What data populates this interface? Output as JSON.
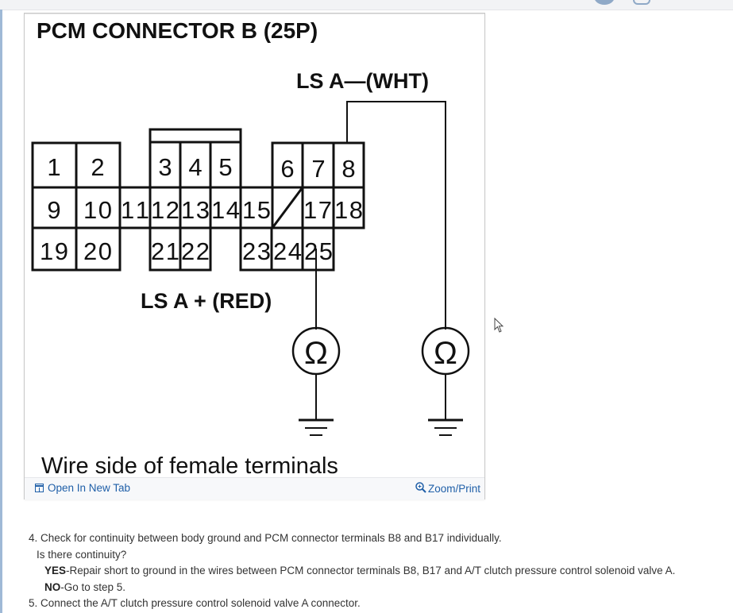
{
  "figure": {
    "title": "PCM CONNECTOR B (25P)",
    "label_top": "LS A—(WHT)",
    "label_bottom": "LS A + (RED)",
    "ohm_symbol": "Ω",
    "caption": "Wire side of female terminals",
    "terminals_row1": [
      "1",
      "2",
      "3",
      "4",
      "5",
      "6",
      "7",
      "8"
    ],
    "terminals_row2": [
      "9",
      "10",
      "11",
      "12",
      "13",
      "14",
      "15",
      "17",
      "18"
    ],
    "terminals_row3": [
      "19",
      "20",
      "21",
      "22",
      "23",
      "24",
      "25"
    ],
    "icons": [
      "ohmmeter-icon",
      "ground-icon"
    ]
  },
  "footer": {
    "open_label": "Open In New Tab",
    "open_icon": "open-tab-icon",
    "zoom_label": "Zoom/Print",
    "zoom_icon": "zoom-icon"
  },
  "steps": {
    "step4": "4. Check for continuity between body ground and PCM connector terminals B8 and B17 individually.",
    "question": "Is there continuity?",
    "yes_label": "YES",
    "yes_text": "-Repair short to ground in the wires between PCM connector terminals B8, B17 and A/T clutch pressure control solenoid valve A.",
    "no_label": "NO",
    "no_text": "-Go to step 5.",
    "step5": "5. Connect the A/T clutch pressure control solenoid valve A connector."
  },
  "colors": {
    "link": "#1f5fa8",
    "text": "#333333",
    "diagram_ink": "#111111"
  }
}
